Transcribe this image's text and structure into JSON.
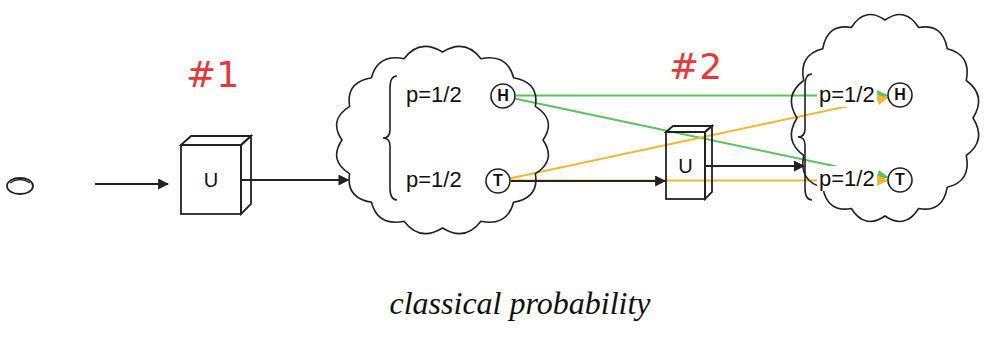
{
  "diagram": {
    "caption": "classical probability",
    "nodes": [
      {
        "text": [
          "#1",
          "U"
        ]
      },
      {
        "text": [
          "p=1/2",
          "p=1/2"
        ]
      },
      {
        "text": [
          "H"
        ],
        "in": 1
      },
      {
        "text": [
          "T"
        ],
        "in": 1
      },
      {
        "text": [
          "#2",
          "U"
        ]
      },
      {
        "text": [
          "p=1/2",
          "p=1/2"
        ]
      },
      {
        "text": [
          "H"
        ],
        "in": 5
      },
      {
        "text": [
          "T"
        ],
        "in": 5
      }
    ],
    "edges": [
      {
        "from": 0,
        "to": 1,
        "arrow": "to"
      },
      {
        "from": 2,
        "to": 6,
        "arrow": "to"
      },
      {
        "from": 2,
        "to": 7,
        "arrow": "to"
      },
      {
        "from": 3,
        "to": 6,
        "arrow": "to"
      },
      {
        "from": 3,
        "to": 7,
        "arrow": "to"
      },
      {
        "from": 3,
        "to": 4,
        "arrow": "to"
      },
      {
        "from": 4,
        "to": 5,
        "arrow": "to"
      }
    ]
  }
}
